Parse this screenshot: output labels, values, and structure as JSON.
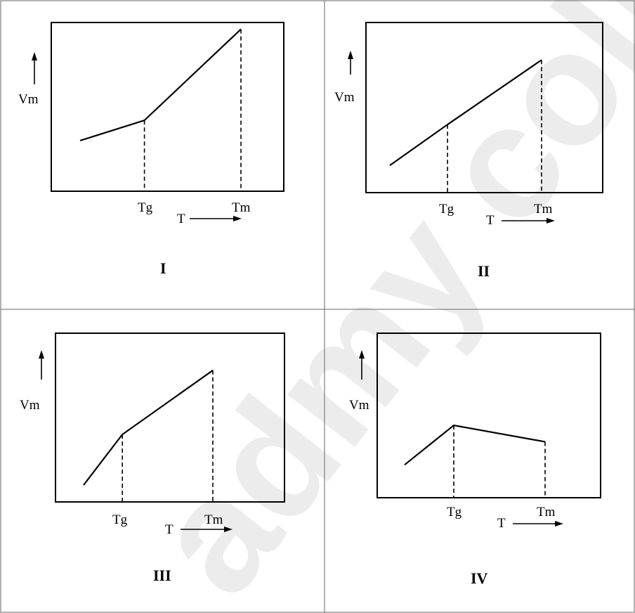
{
  "colors": {
    "line": "#000000",
    "grid": "#666666",
    "background": "#ffffff",
    "watermark": "#ececec"
  },
  "watermark": {
    "text": "admy colle"
  },
  "panels": [
    {
      "id": "I",
      "label": "I",
      "ylabel": "Vm",
      "xlabel": "T",
      "ticks": [
        "Tg",
        "Tm"
      ],
      "curve": [
        [
          0.0,
          0.3
        ],
        [
          0.4,
          0.42
        ],
        [
          1.0,
          0.96
        ]
      ],
      "dashed_at": [
        0.4,
        1.0
      ]
    },
    {
      "id": "II",
      "label": "II",
      "ylabel": "Vm",
      "xlabel": "T",
      "ticks": [
        "Tg",
        "Tm"
      ],
      "curve": [
        [
          0.0,
          0.16
        ],
        [
          0.38,
          0.4
        ],
        [
          1.0,
          0.78
        ]
      ],
      "dashed_at": [
        0.38,
        1.0
      ]
    },
    {
      "id": "III",
      "label": "III",
      "ylabel": "Vm",
      "xlabel": "T",
      "ticks": [
        "Tg",
        "Tm"
      ],
      "curve": [
        [
          0.0,
          0.1
        ],
        [
          0.3,
          0.4
        ],
        [
          1.0,
          0.78
        ]
      ],
      "dashed_at": [
        0.3,
        1.0
      ]
    },
    {
      "id": "IV",
      "label": "IV",
      "ylabel": "Vm",
      "xlabel": "T",
      "ticks": [
        "Tg",
        "Tm"
      ],
      "curve": [
        [
          0.0,
          0.2
        ],
        [
          0.35,
          0.44
        ],
        [
          1.0,
          0.34
        ]
      ],
      "dashed_at": [
        0.35,
        1.0
      ]
    }
  ]
}
